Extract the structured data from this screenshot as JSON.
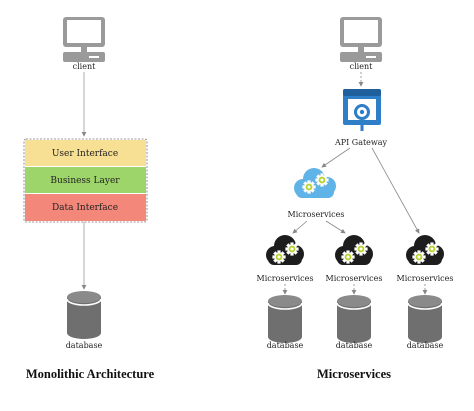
{
  "left": {
    "title": "Monolithic Architecture",
    "client_label": "client",
    "layers": [
      {
        "label": "User Interface",
        "color": "#f7df94"
      },
      {
        "label": "Business Layer",
        "color": "#9ed56a"
      },
      {
        "label": "Data Interface",
        "color": "#f3877a"
      }
    ],
    "database_label": "database"
  },
  "right": {
    "title": "Microservices",
    "client_label": "client",
    "gateway_label": "API Gateway",
    "hub_label": "Microservices",
    "services": [
      {
        "label": "Microservices",
        "database_label": "database"
      },
      {
        "label": "Microservices",
        "database_label": "database"
      },
      {
        "label": "Microservices",
        "database_label": "database"
      }
    ]
  },
  "colors": {
    "gateway_blue": "#2e7ec8",
    "cloud_light": "#5fb3e6",
    "cloud_dark": "#1d1d1d",
    "gear_green": "#b7d433",
    "database_gray": "#6f6f6f"
  }
}
